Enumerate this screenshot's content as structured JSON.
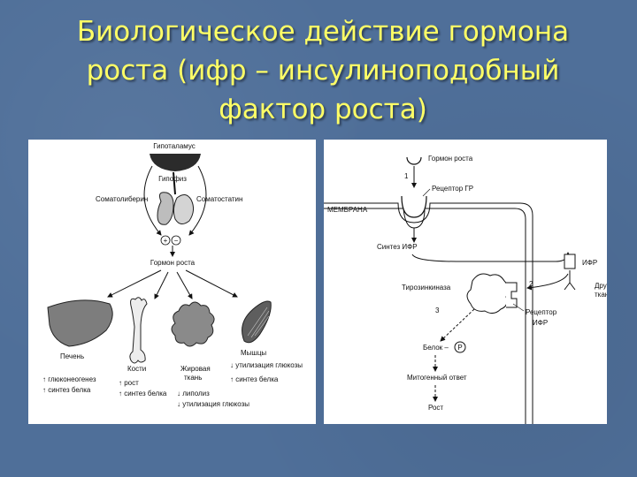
{
  "slide": {
    "title_line1": "Биологическое действие гормона",
    "title_line2": "роста (ифр – инсулиноподобный",
    "title_line3": "фактор роста)"
  },
  "colors": {
    "background": "#4f6f99",
    "title": "#ffff66"
  },
  "left_diagram": {
    "hypothalamus": "Гипоталамус",
    "pituitary": "Гипофиз",
    "somatoliberin": "Соматолиберин",
    "somatostatin": "Соматостатин",
    "plus_sign": "+",
    "minus_sign": "−",
    "growth_hormone": "Гормон роста",
    "organs": [
      {
        "name": "Печень",
        "effects": [
          "↑ глюконеогенез",
          "↑ синтез белка"
        ]
      },
      {
        "name": "Кости",
        "effects": [
          "↑ рост",
          "↑ синтез белка"
        ]
      },
      {
        "name_line1": "Жировая",
        "name_line2": "ткань",
        "effects": [
          "↓ липолиз",
          "↓ утилизация глюкозы"
        ]
      },
      {
        "name": "Мышцы",
        "effects": [
          "↓ утилизация глюкозы",
          "↑ синтез белка"
        ]
      }
    ]
  },
  "right_diagram": {
    "growth_hormone": "Гормон роста",
    "step1": "1",
    "receptor_gr": "Рецептор ГР",
    "membrane": "МЕМБРАНА",
    "ifr_synthesis": "Синтез ИФР",
    "ifr": "ИФР",
    "other_tissues_line1": "Другие",
    "other_tissues_line2": "ткани",
    "tyrosine_kinase": "Тирозинкиназа",
    "step2": "2",
    "receptor_line1": "Рецептор",
    "receptor_line2": "ИФР",
    "step3": "3",
    "protein": "Белок –",
    "phosphate": "P",
    "mitogenic": "Митогенный ответ",
    "growth": "Рост"
  }
}
